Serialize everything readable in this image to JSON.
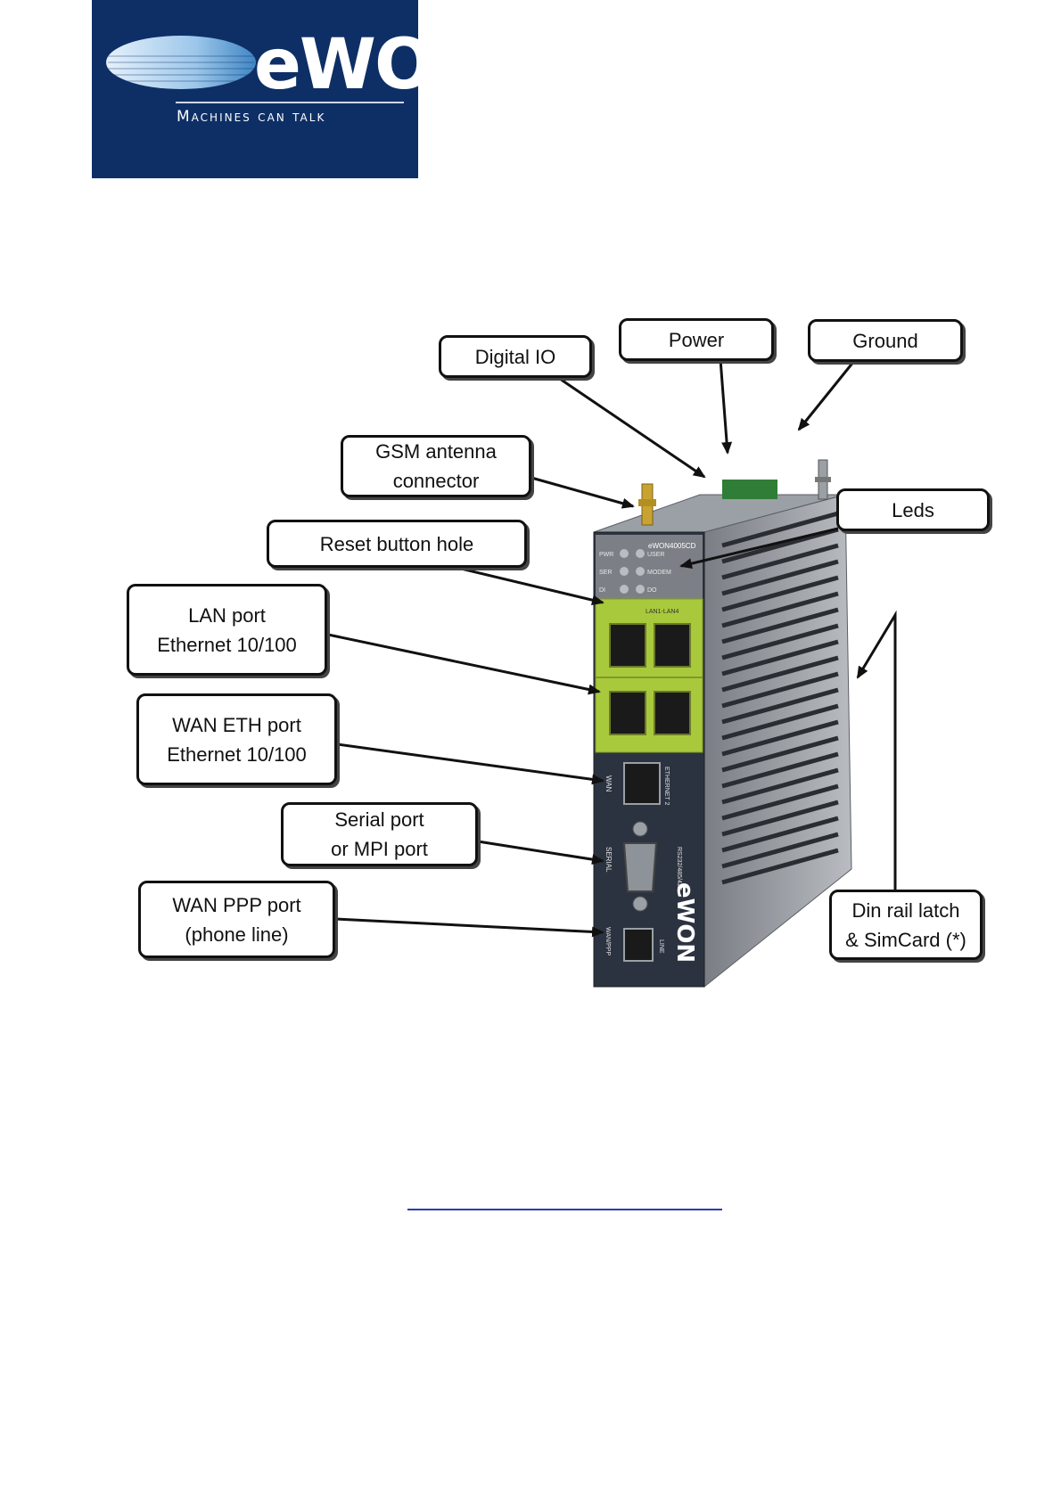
{
  "logo": {
    "wordmark": "eWON",
    "tagline": "Machines can talk"
  },
  "device": {
    "model_label": "eWON4005CD",
    "side_logo": "eWON",
    "led_labels": [
      "PWR",
      "USER",
      "SER",
      "MODEM",
      "DI",
      "DO"
    ],
    "port_labels": {
      "lan": "LAN1-LAN4",
      "wan": "WAN",
      "ethernet": "ETHERNET 2",
      "serial": "SERIAL",
      "rs": "RS232/485/422",
      "wanppp": "WAN/PPP",
      "line": "LINE"
    }
  },
  "callouts": {
    "digital_io": "Digital IO",
    "power": "Power",
    "ground": "Ground",
    "gsm": "GSM antenna\nconnector",
    "leds": "Leds",
    "reset": "Reset button hole",
    "lan": "LAN port\nEthernet 10/100",
    "wan_eth": "WAN ETH port\nEthernet 10/100",
    "serial": "Serial port\nor MPI port",
    "wan_ppp": "WAN PPP port\n(phone line)",
    "din": "Din rail latch\n& SimCard (*)"
  }
}
